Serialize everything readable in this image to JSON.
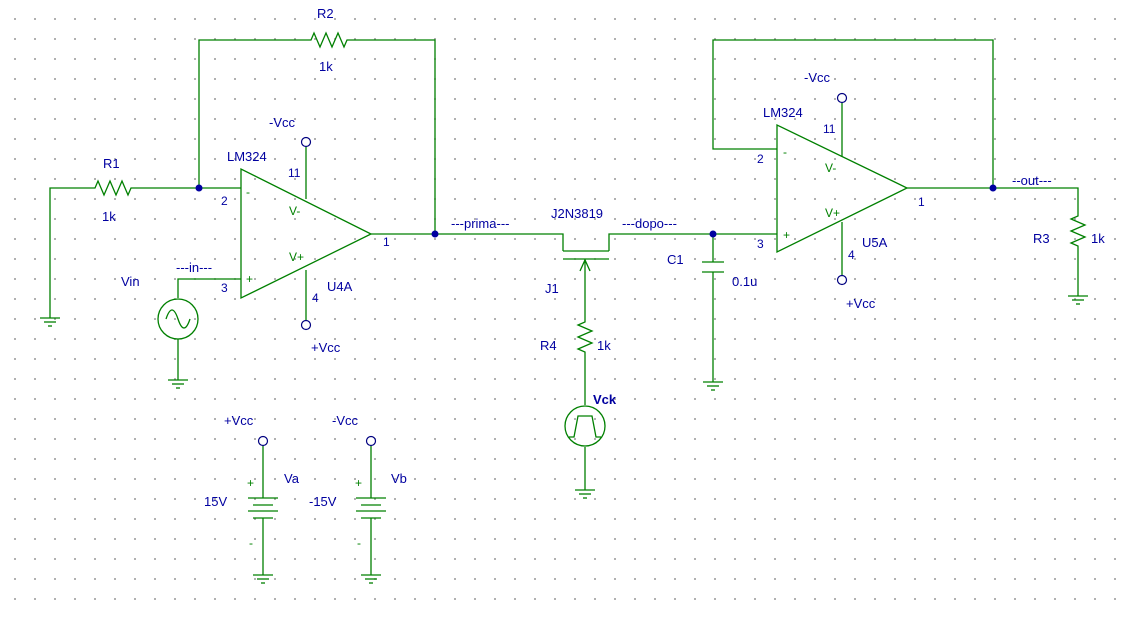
{
  "schematic": {
    "opamp1": {
      "part": "LM324",
      "ref": "U4A",
      "pin_inv": "2",
      "pin_noninv": "3",
      "pin_out": "1",
      "pin_vneg": "11",
      "pin_vpos": "4",
      "sign_minus": "-",
      "sign_plus": "+",
      "v_minus": "V-",
      "v_plus": "V+",
      "neg_supply": "-Vcc",
      "pos_supply": "+Vcc"
    },
    "opamp2": {
      "part": "LM324",
      "ref": "U5A",
      "pin_inv": "2",
      "pin_noninv": "3",
      "pin_out": "1",
      "pin_vneg": "11",
      "pin_vpos": "4",
      "sign_minus": "-",
      "sign_plus": "+",
      "v_minus": "V-",
      "v_plus": "V+",
      "neg_supply": "-Vcc",
      "pos_supply": "+Vcc"
    },
    "r1": {
      "ref": "R1",
      "value": "1k"
    },
    "r2": {
      "ref": "R2",
      "value": "1k"
    },
    "r3": {
      "ref": "R3",
      "value": "1k"
    },
    "r4": {
      "ref": "R4",
      "value": "1k"
    },
    "c1": {
      "ref": "C1",
      "value": "0.1u"
    },
    "j1": {
      "ref": "J1",
      "part": "J2N3819"
    },
    "vin": {
      "ref": "Vin"
    },
    "vck": {
      "ref": "Vck"
    },
    "va": {
      "ref": "Va",
      "value": "15V",
      "node": "+Vcc",
      "plus": "+",
      "minus": "-"
    },
    "vb": {
      "ref": "Vb",
      "value": "-15V",
      "node": "-Vcc",
      "plus": "+",
      "minus": "-"
    },
    "nets": {
      "in": "---in---",
      "prima": "---prima---",
      "dopo": "---dopo---",
      "out": "--out---"
    }
  }
}
